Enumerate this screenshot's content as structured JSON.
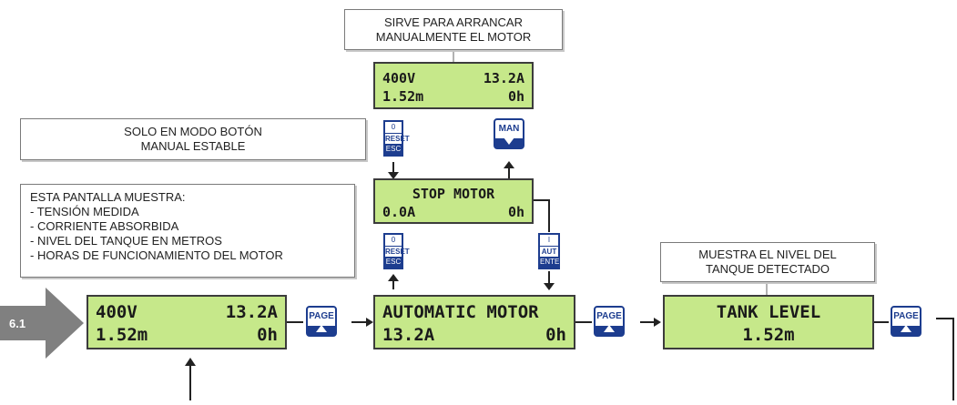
{
  "notes": {
    "arrancar": [
      "SIRVE PARA ARRANCAR",
      "MANUALMENTE EL MOTOR"
    ],
    "solo": [
      "SOLO EN MODO BOTÓN",
      "MANUAL ESTABLE"
    ],
    "muestra": [
      "ESTA PANTALLA MUESTRA:",
      "- TENSIÓN MEDIDA",
      "- CORRIENTE ABSORBIDA",
      "- NIVEL DEL TANQUE EN METROS",
      "- HORAS DE FUNCIONAMIENTO DEL MOTOR"
    ],
    "nivel": [
      "MUESTRA EL NIVEL DEL",
      "TANQUE DETECTADO"
    ]
  },
  "displays": {
    "manual": {
      "l1": "400V",
      "r1": "13.2A",
      "l2": "1.52m",
      "r2": "0h"
    },
    "stop": {
      "line1": "STOP MOTOR",
      "l2": "0.0A",
      "r2": "0h"
    },
    "main": {
      "l1": "400V",
      "r1": "13.2A",
      "l2": "1.52m",
      "r2": "0h"
    },
    "auto": {
      "line1": "AUTOMATIC MOTOR",
      "l2": "13.2A",
      "r2": "0h"
    },
    "tank": {
      "line1": "TANK LEVEL",
      "line2": "1.52m"
    }
  },
  "keys": {
    "page": "PAGE",
    "man": "MAN",
    "reset_top": "0",
    "reset_mid": "RESET",
    "reset_bot": "ESC",
    "aut_top": "I",
    "aut_mid": "AUT",
    "aut_bot": "ENTER"
  },
  "step": "6.1",
  "colors": {
    "lcd": "#c6e88a",
    "key": "#1d3d8f",
    "arrow": "#808080"
  }
}
